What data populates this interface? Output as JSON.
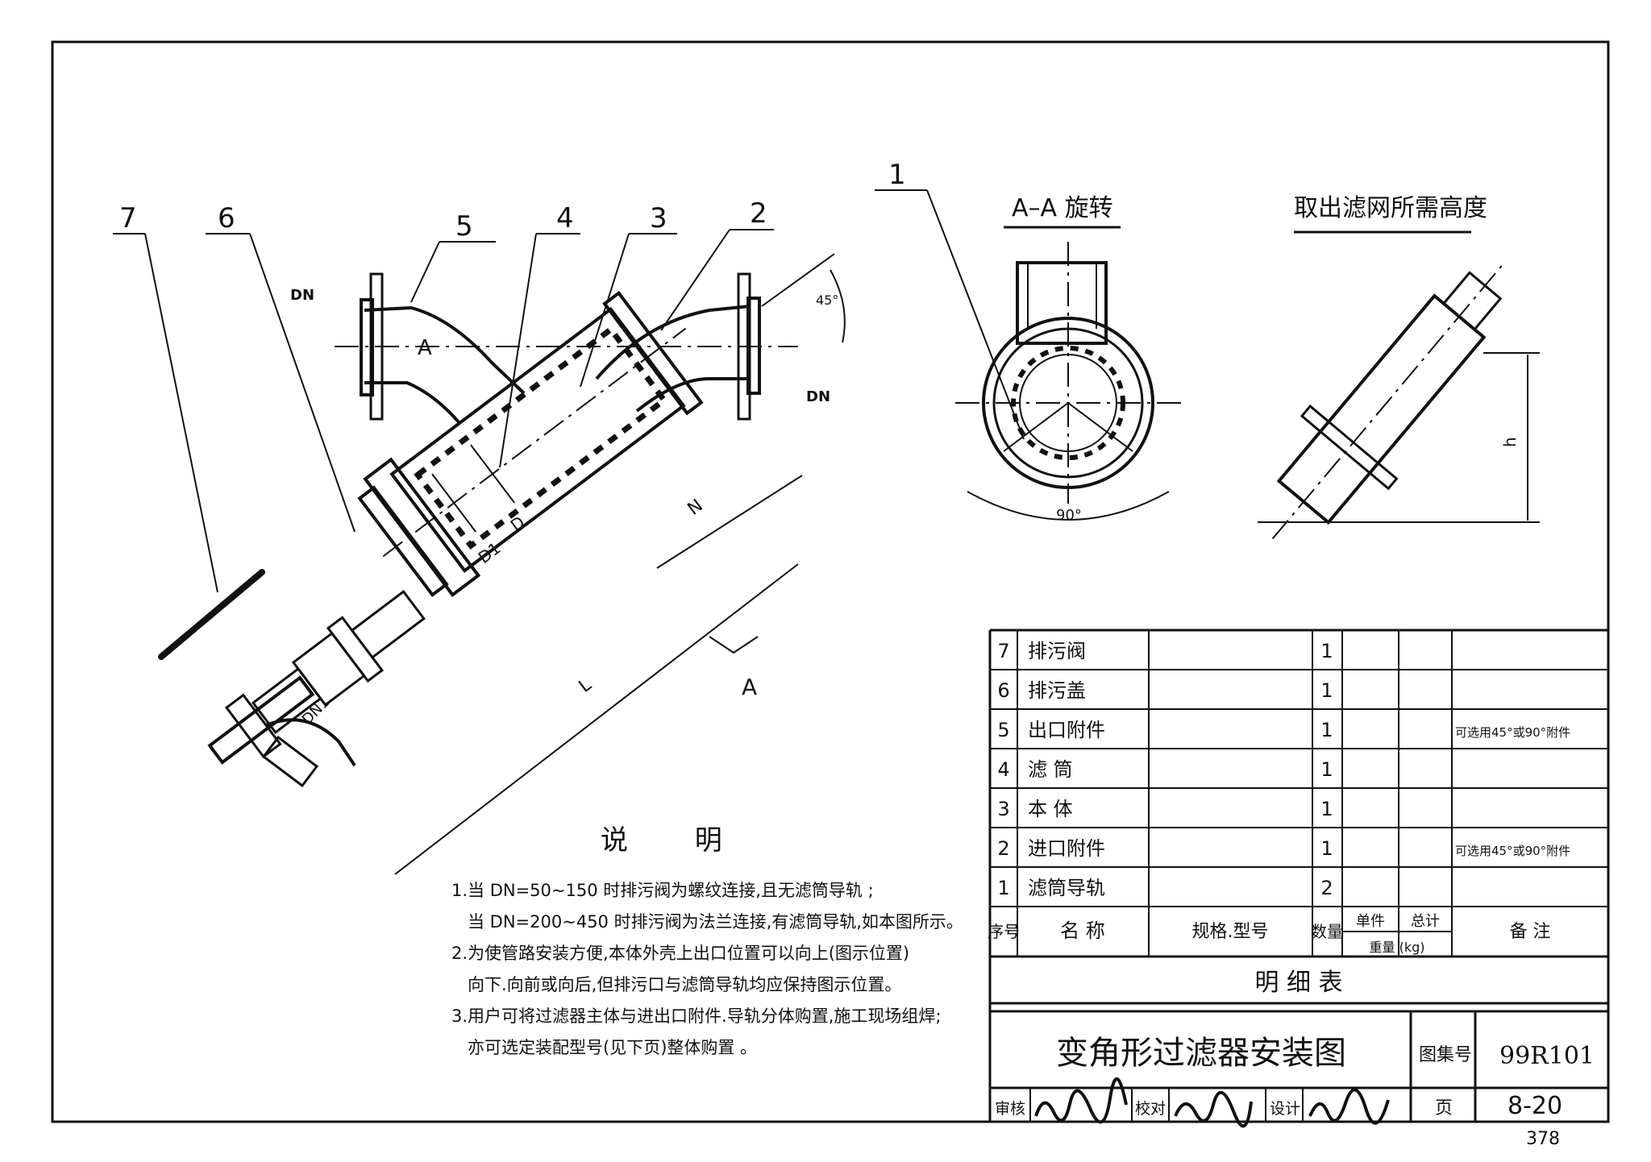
{
  "callouts": [
    "1",
    "2",
    "3",
    "4",
    "5",
    "6",
    "7"
  ],
  "dims": {
    "dn": "DN",
    "dn1": "DN1",
    "a_mark": "A",
    "n": "N",
    "d": "D",
    "d1": "D1",
    "l": "L",
    "angle45": "45°",
    "angle90": "90°",
    "h": "h"
  },
  "views": {
    "section_title": "A–A 旋转",
    "removal_title": "取出滤网所需高度"
  },
  "notes": {
    "heading": "说 明",
    "lines": [
      "1.当 DN=50~150 时排污阀为螺纹连接,且无滤筒导轨 ;",
      "当 DN=200~450 时排污阀为法兰连接,有滤筒导轨,如本图所示。",
      "2.为使管路安装方便,本体外壳上出口位置可以向上(图示位置)",
      "向下.向前或向后,但排污口与滤筒导轨均应保持图示位置。",
      "3.用户可将过滤器主体与进出口附件.导轨分体购置,施工现场组焊;",
      "亦可选定装配型号(见下页)整体购置 。"
    ]
  },
  "bom": {
    "rows": [
      {
        "no": "7",
        "name": "排污阀",
        "spec": "",
        "qty": "1",
        "unit": "",
        "total": "",
        "remark": ""
      },
      {
        "no": "6",
        "name": "排污盖",
        "spec": "",
        "qty": "1",
        "unit": "",
        "total": "",
        "remark": ""
      },
      {
        "no": "5",
        "name": "出口附件",
        "spec": "",
        "qty": "1",
        "unit": "",
        "total": "",
        "remark": "可选用45°或90°附件"
      },
      {
        "no": "4",
        "name": "滤 筒",
        "spec": "",
        "qty": "1",
        "unit": "",
        "total": "",
        "remark": ""
      },
      {
        "no": "3",
        "name": "本 体",
        "spec": "",
        "qty": "1",
        "unit": "",
        "total": "",
        "remark": ""
      },
      {
        "no": "2",
        "name": "进口附件",
        "spec": "",
        "qty": "1",
        "unit": "",
        "total": "",
        "remark": "可选用45°或90°附件"
      },
      {
        "no": "1",
        "name": "滤筒导轨",
        "spec": "",
        "qty": "2",
        "unit": "",
        "total": "",
        "remark": ""
      }
    ],
    "header": {
      "no": "序号",
      "name": "名 称",
      "spec": "规格.型号",
      "qty": "数量",
      "unit": "单件",
      "total": "总计",
      "weight": "重量 (kg)",
      "remark": "备 注"
    },
    "caption": "明 细 表"
  },
  "titleblock": {
    "title": "变角形过滤器安装图",
    "atlas_label": "图集号",
    "atlas_no": "99R101",
    "page_label": "页",
    "page_no": "8-20",
    "review": "审核",
    "check": "校对",
    "design": "设计",
    "sheet_no": "378"
  }
}
